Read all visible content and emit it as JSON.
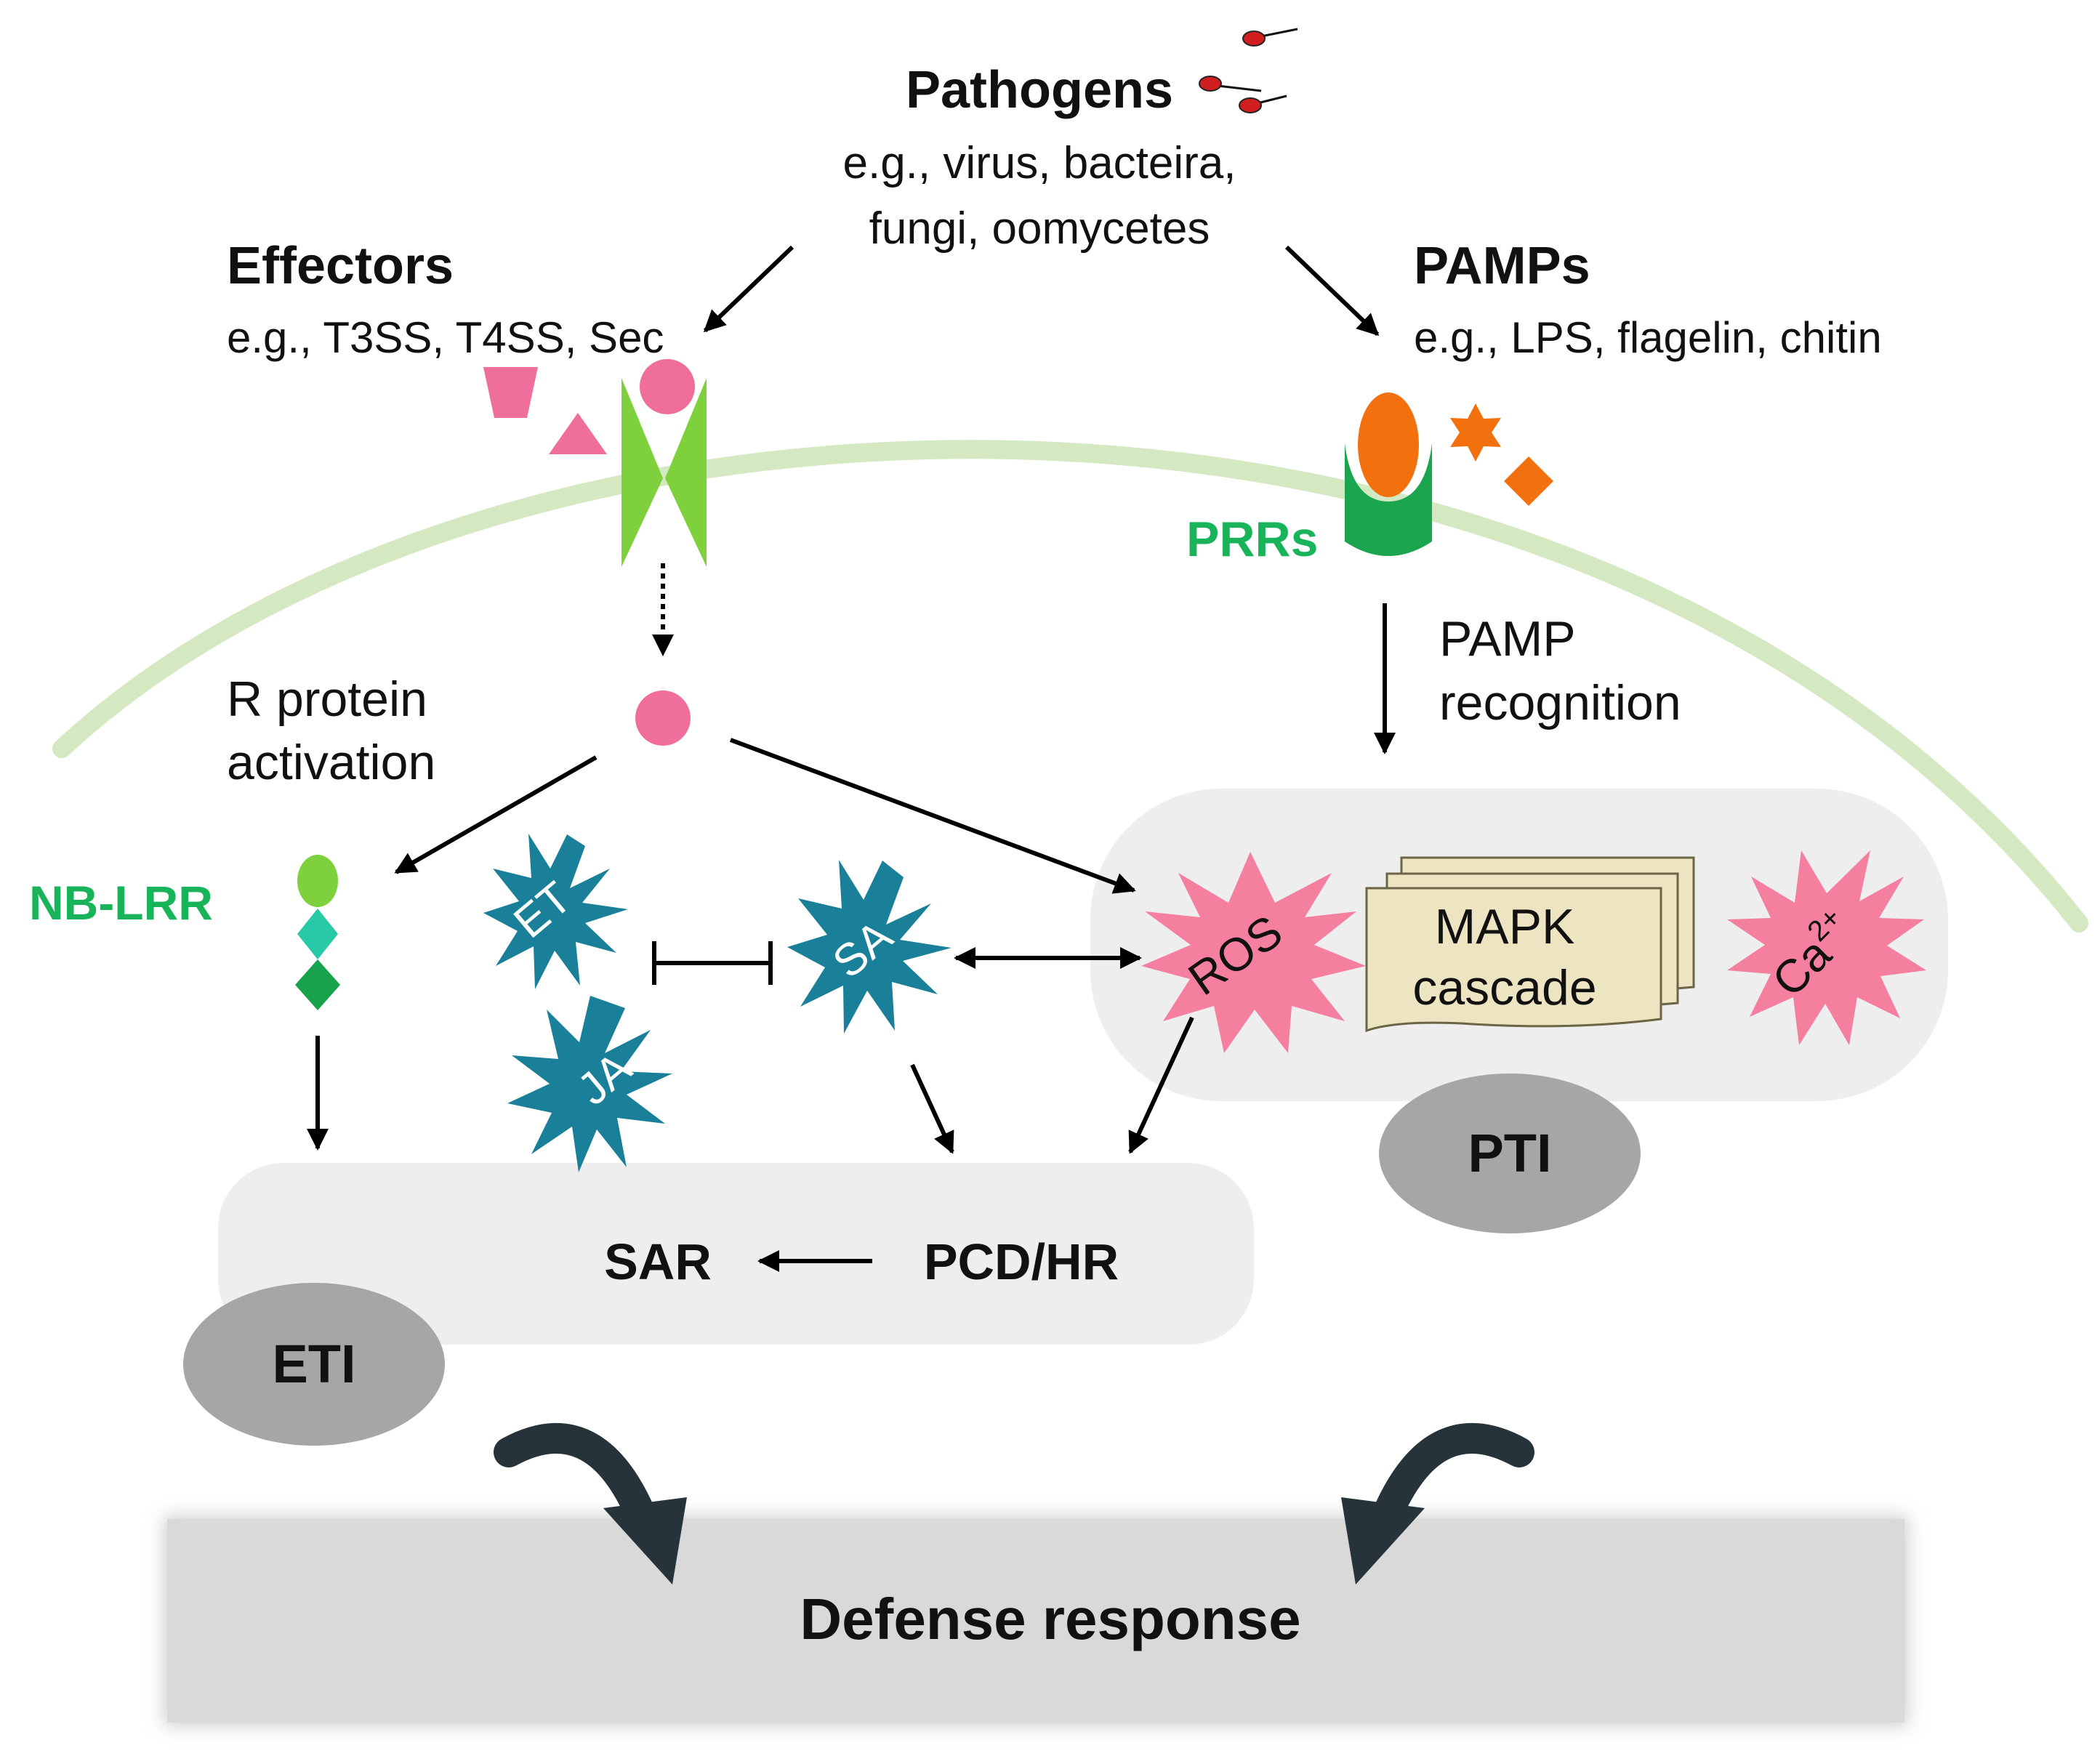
{
  "pathogens": {
    "title": "Pathogens",
    "examples_line1": "e.g., virus, bacteira,",
    "examples_line2": "fungi, oomycetes"
  },
  "effectors": {
    "title": "Effectors",
    "examples": "e.g., T3SS, T4SS, Sec"
  },
  "pamps": {
    "title": "PAMPs",
    "examples": "e.g., LPS, flagelin, chitin"
  },
  "labels": {
    "prrs": "PRRs",
    "pamp_recognition_line1": "PAMP",
    "pamp_recognition_line2": "recognition",
    "r_protein_line1": "R protein",
    "r_protein_line2": "activation",
    "nb_lrr": "NB-LRR",
    "et": "ET",
    "ja": "JA",
    "sa": "SA",
    "ros": "ROS",
    "mapk_line1": "MAPK",
    "mapk_line2": "cascade",
    "ca": "Ca",
    "ca_sup": "2+",
    "sar": "SAR",
    "pcd_hr": "PCD/HR",
    "eti": "ETI",
    "pti": "PTI",
    "defense": "Defense response"
  },
  "colors": {
    "membrane": "#d4e8c2",
    "green_label": "#19b45a",
    "pink": "#f06e9b",
    "orange": "#f2700d",
    "hormone": "#1a7f99",
    "ros_star": "#f57f9e",
    "mapk_fill": "#ede4c2",
    "panel": "#eeeeee",
    "badge": "#a6a6a6",
    "defense_box": "#d9d9d9",
    "dark_arrow": "#27333a"
  }
}
